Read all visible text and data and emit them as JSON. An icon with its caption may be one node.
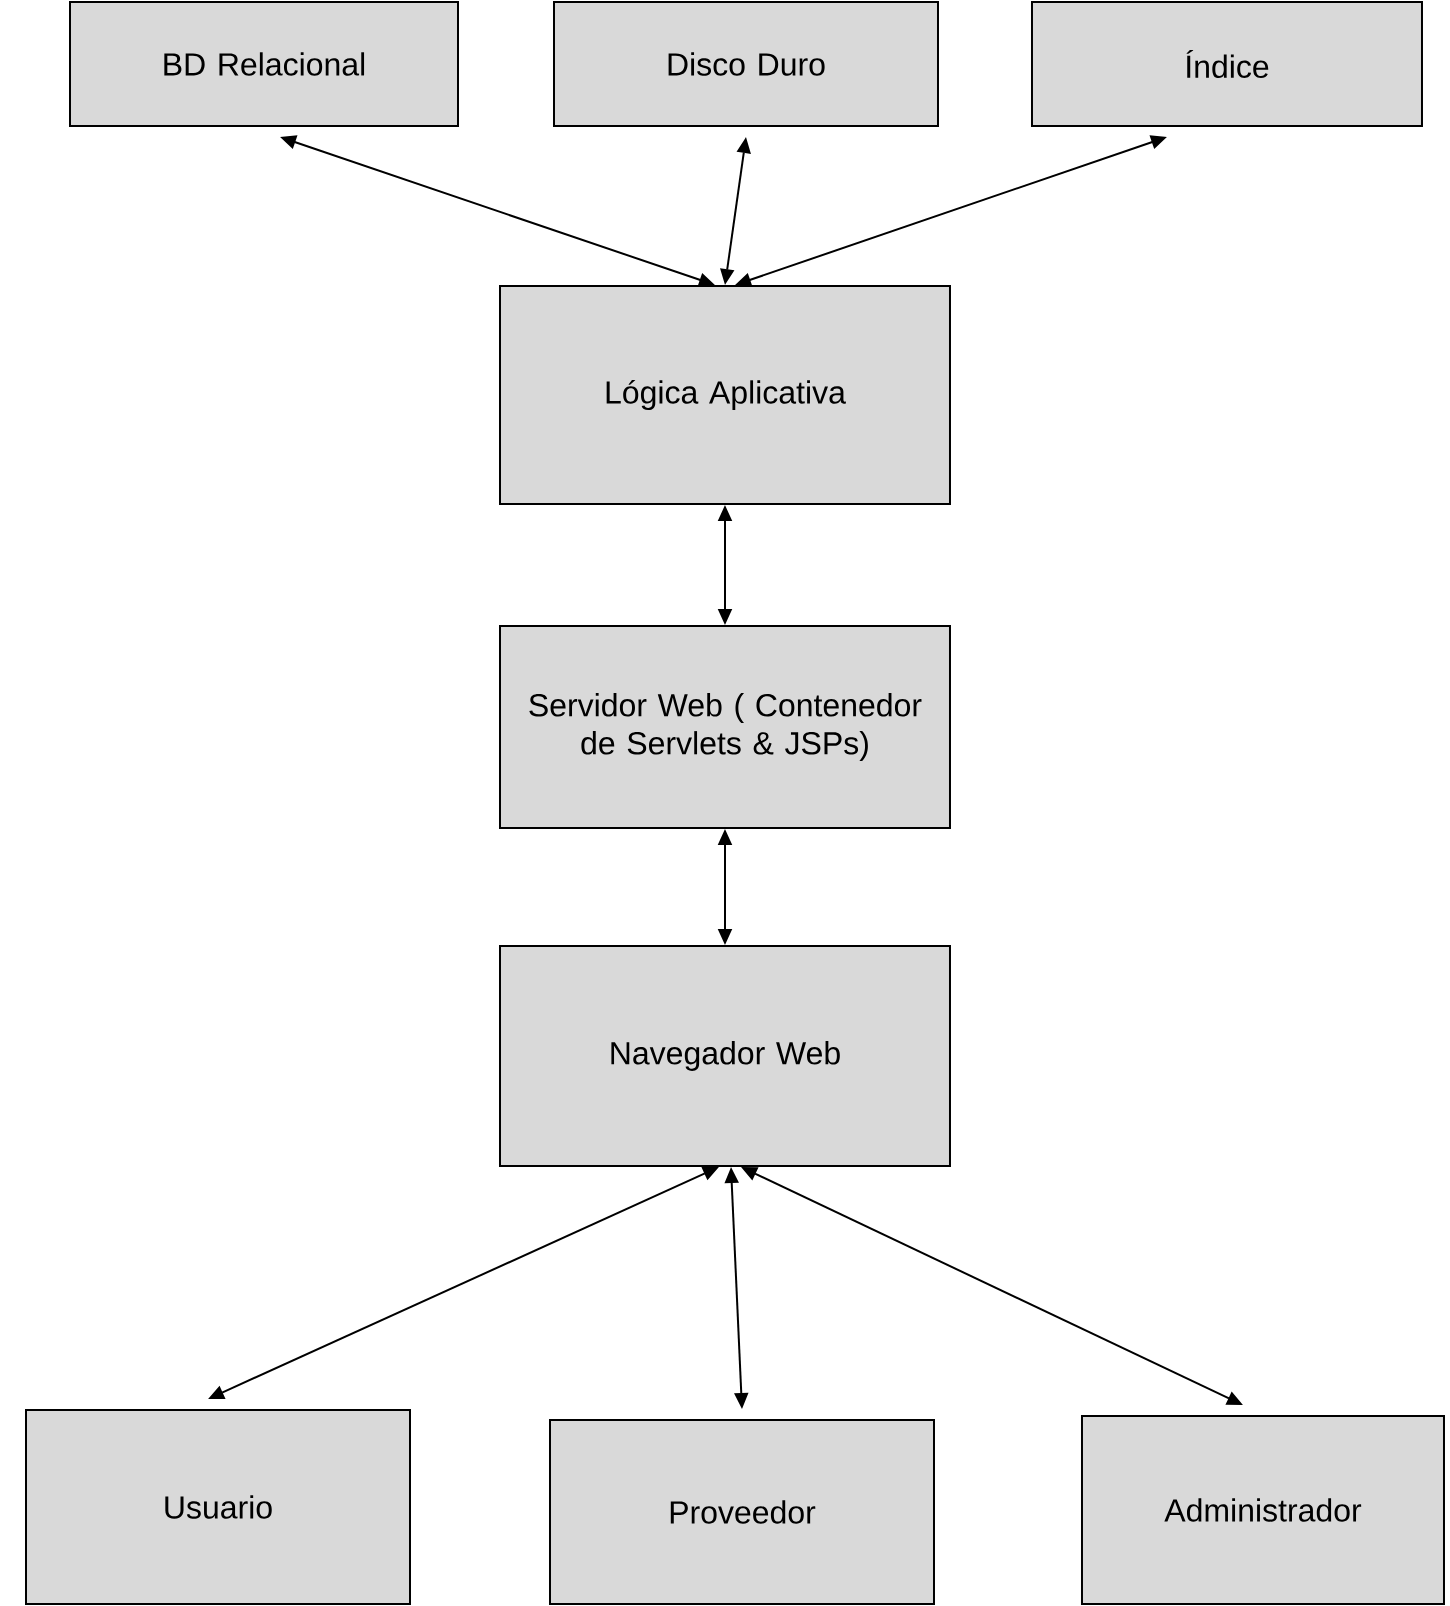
{
  "diagram": {
    "nodes": [
      {
        "text": [
          "BD Relacional"
        ]
      },
      {
        "text": [
          "Disco Duro"
        ]
      },
      {
        "text": [
          "Índice"
        ]
      },
      {
        "text": [
          "Lógica Aplicativa"
        ]
      },
      {
        "text": [
          "Servidor Web ( Contenedor de Servlets & JSPs)"
        ]
      },
      {
        "text": [
          "Navegador Web"
        ]
      },
      {
        "text": [
          "Usuario"
        ]
      },
      {
        "text": [
          "Proveedor"
        ]
      },
      {
        "text": [
          "Administrador"
        ]
      }
    ],
    "edges": [
      {
        "from": 0,
        "to": 3,
        "arrow": "both"
      },
      {
        "from": 1,
        "to": 3,
        "arrow": "both"
      },
      {
        "from": 2,
        "to": 3,
        "arrow": "both"
      },
      {
        "from": 3,
        "to": 4,
        "arrow": "both"
      },
      {
        "from": 4,
        "to": 5,
        "arrow": "both"
      },
      {
        "from": 5,
        "to": 6,
        "arrow": "both"
      },
      {
        "from": 5,
        "to": 7,
        "arrow": "both"
      },
      {
        "from": 5,
        "to": 8,
        "arrow": "both"
      }
    ]
  }
}
